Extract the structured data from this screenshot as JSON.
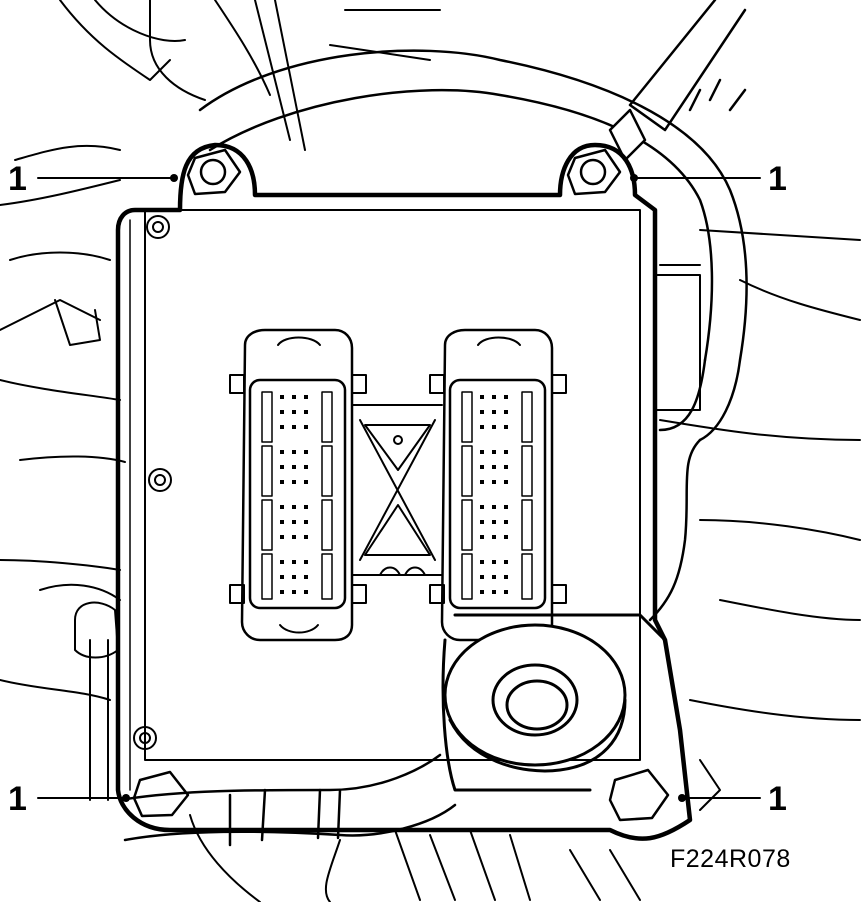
{
  "figure_id": "F224R078",
  "callouts": [
    {
      "label": "1"
    },
    {
      "label": "1"
    },
    {
      "label": "1"
    },
    {
      "label": "1"
    }
  ]
}
